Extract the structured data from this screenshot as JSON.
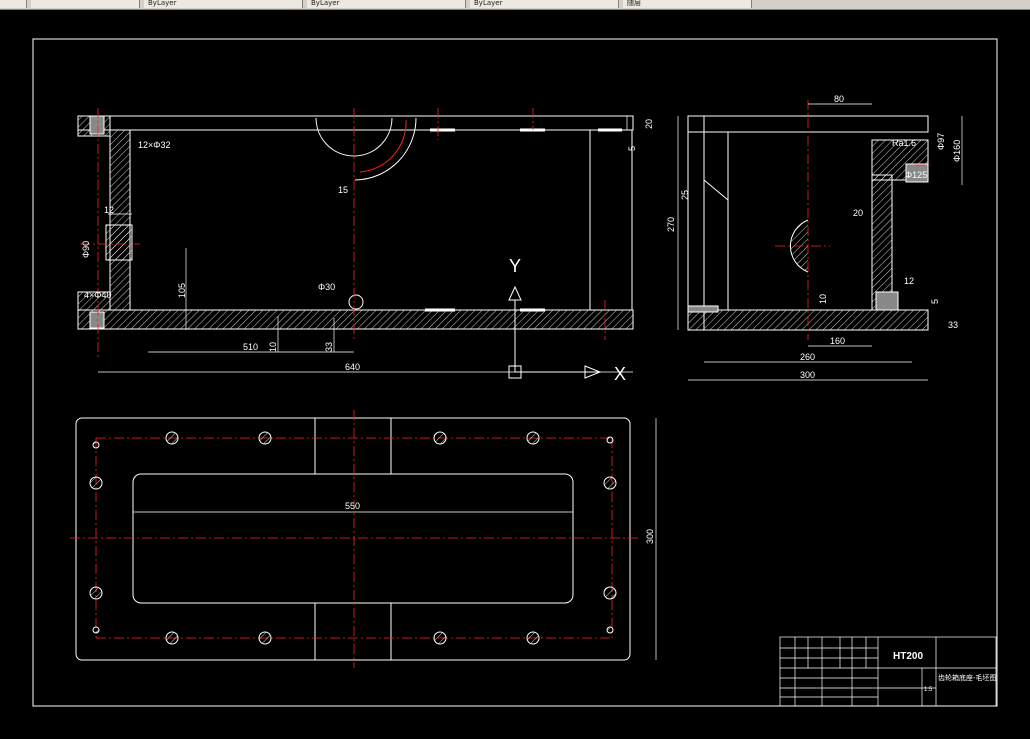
{
  "toolbar": {
    "items": [
      {
        "name": "layer-icon",
        "label": ""
      },
      {
        "name": "props-icon",
        "label": ""
      },
      {
        "name": "dropdown-layer",
        "label": "ByLayer"
      },
      {
        "name": "dropdown-linetype",
        "label": "ByLayer"
      },
      {
        "name": "dropdown-lineweight",
        "label": "ByLayer"
      },
      {
        "name": "dropdown-color",
        "label": "随层"
      }
    ]
  },
  "drawing": {
    "front_view": {
      "dims": {
        "d12x": "12×Φ32",
        "d15": "15",
        "d12": "12",
        "d90": "Φ90",
        "d105": "105",
        "d4x": "4×Φ40",
        "d30": "Φ30",
        "d510": "510",
        "d10": "10",
        "d33": "33",
        "d640": "640",
        "d20": "20",
        "d5": "5"
      },
      "axis_y": "Y",
      "axis_x": "X"
    },
    "side_view": {
      "dims": {
        "d80": "80",
        "dR6": "Ra1.6",
        "d97": "Φ97",
        "d160a": "Φ160",
        "d25": "25",
        "d270": "270",
        "d20": "20",
        "d12": "12",
        "d5": "5",
        "d10": "10",
        "d160": "160",
        "d33": "33",
        "d260": "260",
        "d300": "300",
        "d1125": "Φ125"
      }
    },
    "plan_view": {
      "dims": {
        "d550": "550",
        "d300": "300"
      }
    },
    "title_block": {
      "material": "HT200",
      "part_name": "齿轮箱底座-毛坯图",
      "scale": "1:5"
    }
  },
  "colors": {
    "outline": "#ffffff",
    "center": "#ff2020",
    "hatch": "#ffffff",
    "background": "#000000"
  }
}
